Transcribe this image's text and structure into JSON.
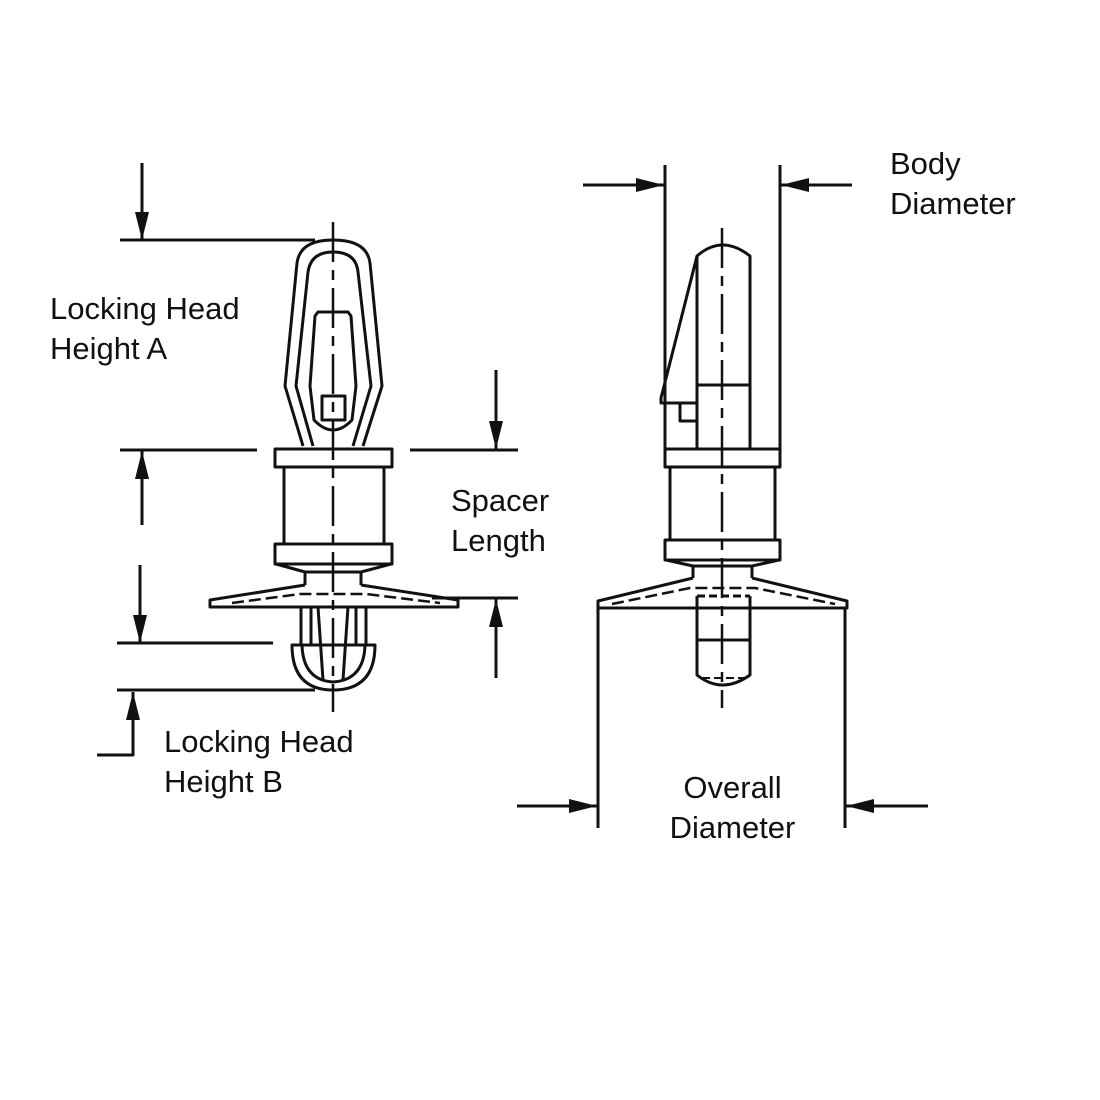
{
  "labels": {
    "body_diameter": [
      "Body",
      "Diameter"
    ],
    "locking_head_a": [
      "Locking Head",
      "Height A"
    ],
    "spacer_length": [
      "Spacer",
      "Length"
    ],
    "locking_head_b": [
      "Locking Head",
      "Height B"
    ],
    "overall_diameter": [
      "Overall",
      "Diameter"
    ]
  },
  "colors": {
    "line": "#111111",
    "background": "#ffffff"
  }
}
